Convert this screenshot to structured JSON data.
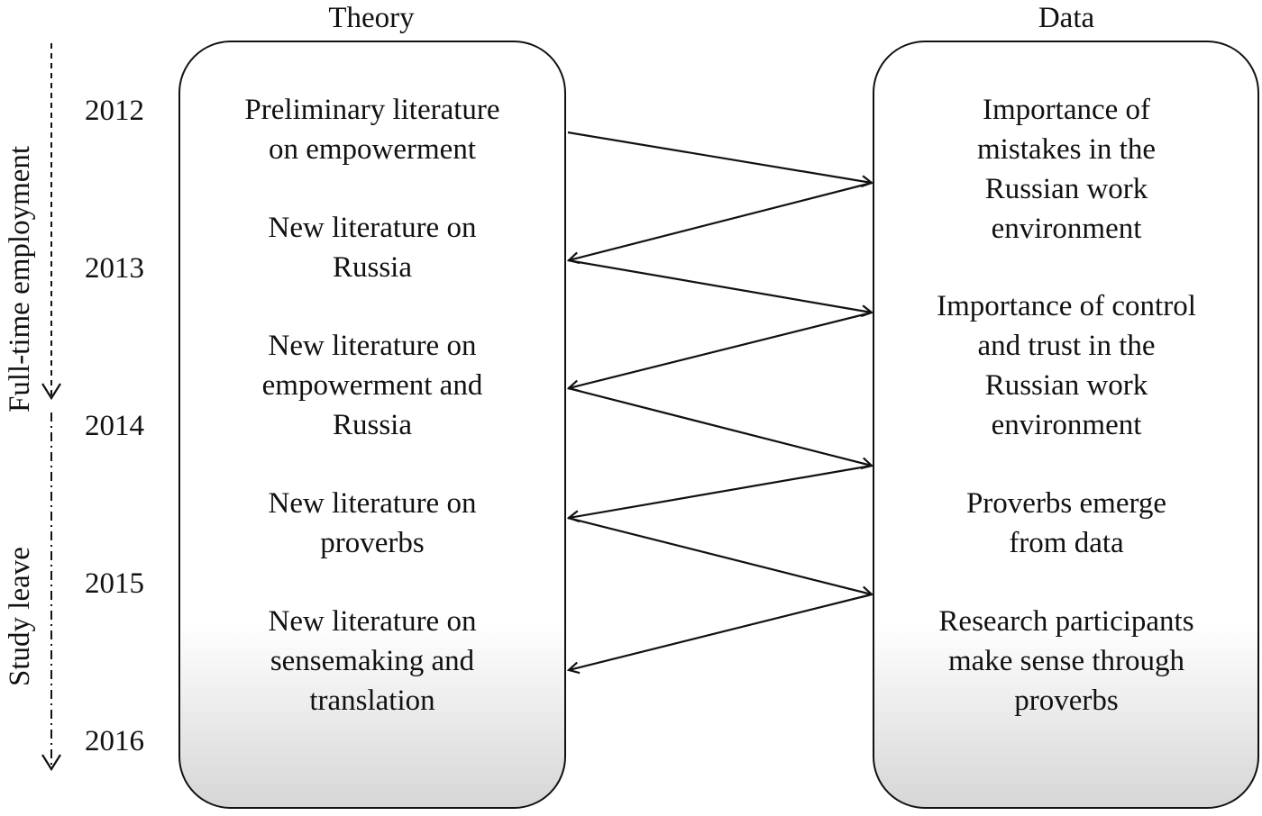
{
  "headings": {
    "theory": "Theory",
    "data": "Data"
  },
  "years": [
    "2012",
    "2013",
    "2014",
    "2015",
    "2016"
  ],
  "side_labels": {
    "employment": "Full-time employment",
    "study": "Study leave"
  },
  "theory_items": [
    "Preliminary literature\non empowerment",
    "New literature on\nRussia",
    "New literature on\nempowerment and\nRussia",
    "New literature on\nproverbs",
    "New literature on\nsensemaking and\ntranslation"
  ],
  "data_items": [
    "Importance of\nmistakes in the\nRussian work\nenvironment",
    "Importance of control\nand trust in the\nRussian work\nenvironment",
    "Proverbs emerge\nfrom data",
    "Research participants\nmake sense through\nproverbs"
  ],
  "colors": {
    "line": "#111111",
    "panel_shade": "#d6d6d6"
  }
}
